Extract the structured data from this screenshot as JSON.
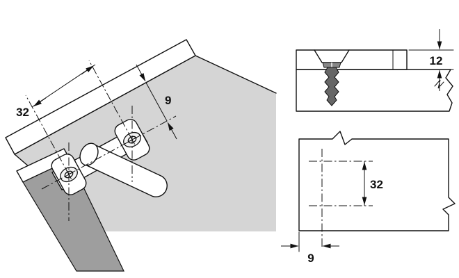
{
  "drawing": {
    "kind": "hardware-mounting-plate-technical-drawing",
    "views": {
      "isometric": {
        "dim_spacing": "32",
        "dim_edge": "9"
      },
      "section": {
        "dim_height": "12"
      },
      "plan": {
        "dim_spacing": "32",
        "dim_edge": "9"
      }
    },
    "colors": {
      "background": "#ffffff",
      "line": "#111111",
      "panel_light": "#d5d5d5",
      "panel_dark": "#9e9e9e",
      "plate_white": "#ffffff"
    }
  }
}
